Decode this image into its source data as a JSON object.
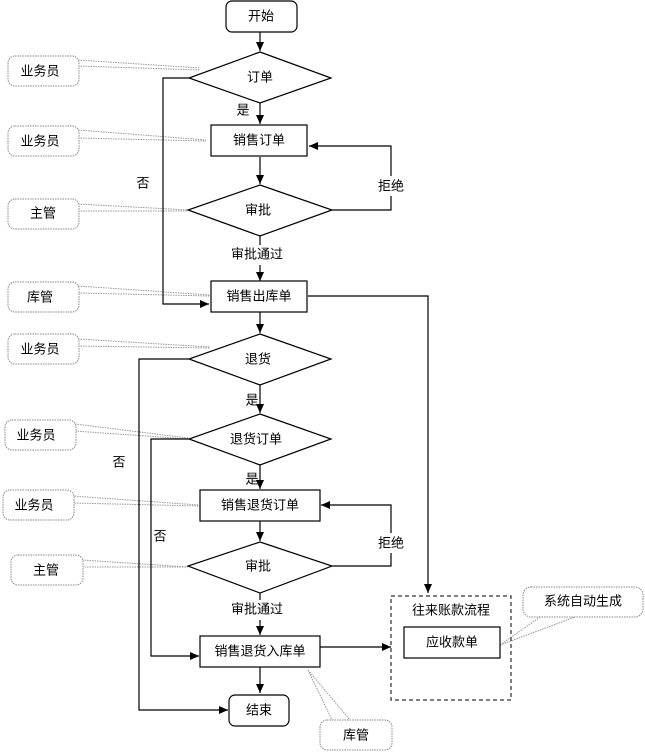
{
  "nodes": {
    "start": "开始",
    "order": "订单",
    "sales_order": "销售订单",
    "approve1": "审批",
    "sales_outbound": "销售出库单",
    "return": "退货",
    "return_order_decision": "退货订单",
    "sales_return_order": "销售退货订单",
    "approve2": "审批",
    "sales_return_inbound": "销售退货入库单",
    "end": "结束",
    "ar_group_title": "往来账款流程",
    "receivable": "应收款单"
  },
  "edge_labels": {
    "yes1": "是",
    "no1": "否",
    "reject1": "拒绝",
    "approved1": "审批通过",
    "yes2": "是",
    "no2": "否",
    "yes3": "是",
    "no3": "否",
    "reject2": "拒绝",
    "approved2": "审批通过"
  },
  "callouts": {
    "c1": "业务员",
    "c2": "业务员",
    "c3": "主管",
    "c4": "库管",
    "c5": "业务员",
    "c6": "业务员",
    "c7": "业务员",
    "c8": "主管",
    "c9": "库管",
    "c10": "系统自动生成"
  }
}
